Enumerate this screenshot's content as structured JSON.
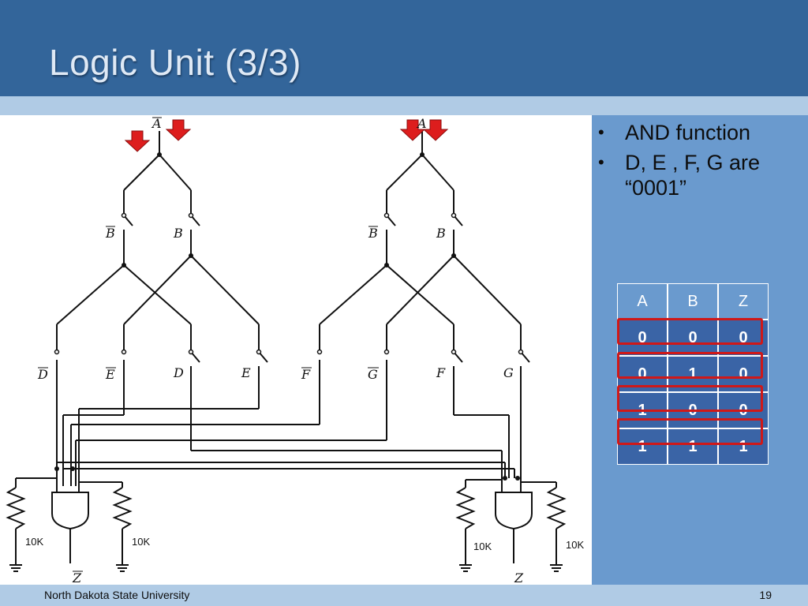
{
  "slide": {
    "title": "Logic Unit (3/3)",
    "bullets": [
      "AND function",
      "D, E , F, G are “0001”"
    ],
    "footer": "North Dakota State University",
    "page_number": "19"
  },
  "truth_table": {
    "headers": [
      "A",
      "B",
      "Z"
    ],
    "rows": [
      [
        "0",
        "0",
        "0"
      ],
      [
        "0",
        "1",
        "0"
      ],
      [
        "1",
        "0",
        "0"
      ],
      [
        "1",
        "1",
        "1"
      ]
    ]
  },
  "diagram": {
    "label_A_bar": "A",
    "label_A": "A",
    "switch_labels_left": [
      "B",
      "B",
      "D",
      "E",
      "D",
      "E"
    ],
    "switch_labels_right": [
      "B",
      "B",
      "F",
      "G",
      "F",
      "G"
    ],
    "resistor_label": "10K",
    "output_left": "Z",
    "output_right": "Z",
    "colors": {
      "arrow": "#dd1d1d",
      "highlight": "#d01818"
    }
  }
}
